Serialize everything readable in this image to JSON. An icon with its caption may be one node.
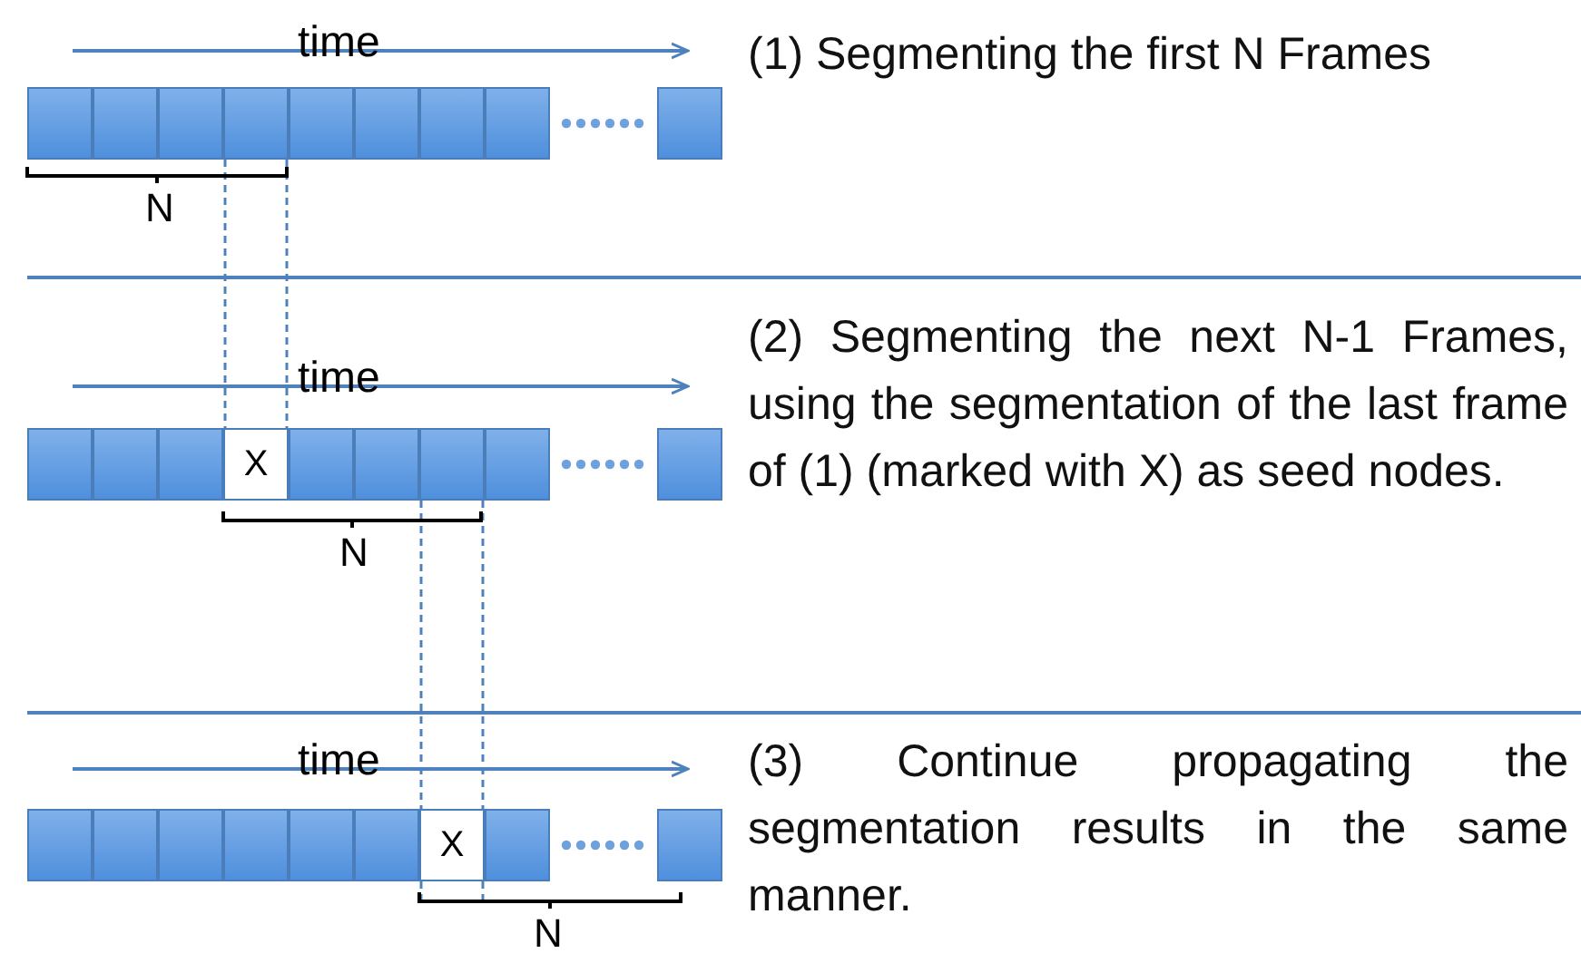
{
  "diagram": {
    "nodes": [
      {
        "text": [],
        "shape": "box"
      },
      {
        "text": [],
        "shape": "box"
      },
      {
        "text": [],
        "shape": "box"
      },
      {
        "text": [],
        "shape": "box"
      },
      {
        "text": [],
        "shape": "box"
      },
      {
        "text": [],
        "shape": "box"
      },
      {
        "text": [],
        "shape": "box"
      },
      {
        "text": [],
        "shape": "box"
      },
      {
        "text": [],
        "shape": "box"
      },
      {
        "text": [],
        "shape": "box"
      },
      {
        "text": [],
        "shape": "box"
      },
      {
        "text": [],
        "shape": "box"
      },
      {
        "text": [
          "X"
        ]
      },
      {
        "text": [],
        "shape": "box"
      },
      {
        "text": [],
        "shape": "box"
      },
      {
        "text": [],
        "shape": "box"
      },
      {
        "text": [],
        "shape": "box"
      },
      {
        "text": [],
        "shape": "box"
      },
      {
        "text": [],
        "shape": "box"
      },
      {
        "text": [],
        "shape": "box"
      },
      {
        "text": [],
        "shape": "box"
      },
      {
        "text": [],
        "shape": "box"
      },
      {
        "text": [],
        "shape": "box"
      },
      {
        "text": [],
        "shape": "box"
      },
      {
        "text": [
          "X"
        ]
      },
      {
        "text": [],
        "shape": "box"
      },
      {
        "text": [],
        "shape": "box"
      }
    ],
    "edges": [
      {
        "from": 3,
        "to": 12,
        "arrow": "none",
        "style": "dashed"
      },
      {
        "from": 3,
        "to": 12,
        "arrow": "none",
        "style": "dashed"
      },
      {
        "from": 15,
        "to": 24,
        "arrow": "none",
        "style": "dashed"
      },
      {
        "from": 15,
        "to": 24,
        "arrow": "none",
        "style": "dashed"
      }
    ],
    "labels": [
      "time",
      "(1) Segmenting the first N Frames",
      "N",
      "time",
      "(2) Segmenting the next N-1 Frames, using the segmentation of the last frame of (1) (marked with X) as seed nodes.",
      "N",
      "time",
      "(3) Continue propagating the segmentation results in the same manner.",
      "N"
    ]
  }
}
